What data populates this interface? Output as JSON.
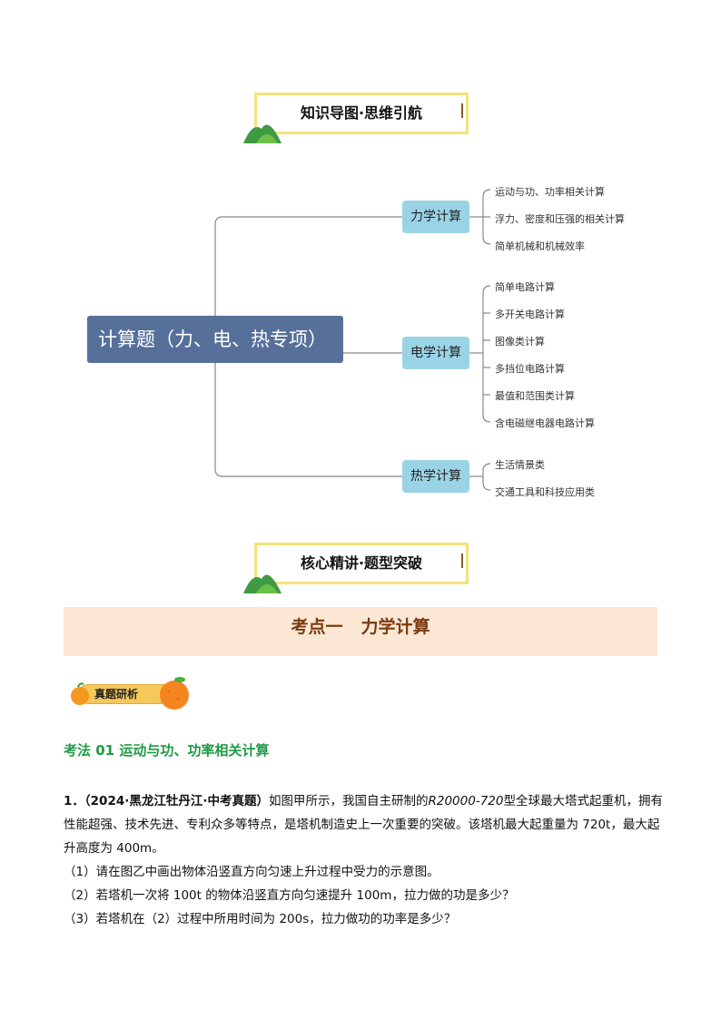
{
  "banner1": "知识导图·思维引航",
  "mindmap": {
    "root": "计算题（力、电、热专项）",
    "branches": [
      {
        "label": "力学计算",
        "leaves": [
          "运动与功、功率相关计算",
          "浮力、密度和压强的相关计算",
          "简单机械和机械效率"
        ]
      },
      {
        "label": "电学计算",
        "leaves": [
          "简单电路计算",
          "多开关电路计算",
          "图像类计算",
          "多挡位电路计算",
          "最值和范围类计算",
          "含电磁继电器电路计算"
        ]
      },
      {
        "label": "热学计算",
        "leaves": [
          "生活情景类",
          "交通工具和科技应用类"
        ]
      }
    ]
  },
  "banner2": "核心精讲·题型突破",
  "kaodian": {
    "num": "考点一",
    "title": "力学计算"
  },
  "badge": "真题研析",
  "method": "考法 01  运动与功、功率相关计算",
  "question": {
    "num": "1．",
    "source": "（2024·黑龙江牡丹江·中考真题）",
    "intro": "如图甲所示，我国自主研制的",
    "model": "R20000-720",
    "intro2": "型全球最大塔式起重机，拥有性能超强、技术先进、专利众多等特点，是塔机制造史上一次重要的突破。该塔机最大起重量为 720t，最大起升高度为 400m。",
    "parts": [
      "（1）请在图乙中画出物体沿竖直方向匀速上升过程中受力的示意图。",
      "（2）若塔机一次将 100t 的物体沿竖直方向匀速提升 100m，拉力做的功是多少？",
      "（3）若塔机在（2）过程中所用时间为 200s，拉力做功的功率是多少？"
    ]
  },
  "colors": {
    "root": "#56709a",
    "branch": "#9bd3e6",
    "banner_border": "#f3e27a",
    "method": "#1e9b45",
    "kaodian_bg": "#fbe7d4",
    "kaodian_text": "#7a3a10"
  }
}
